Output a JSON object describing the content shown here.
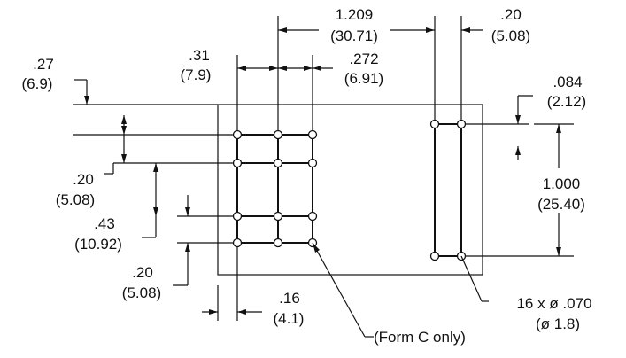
{
  "dimensions": {
    "overall_span": {
      "inch": "1.209",
      "mm": "(30.71)"
    },
    "pitch_top_right": {
      "inch": ".20",
      "mm": "(5.08)"
    },
    "pitch_031": {
      "inch": ".31",
      "mm": "(7.9)"
    },
    "pitch_0272": {
      "inch": ".272",
      "mm": "(6.91)"
    },
    "offset_027": {
      "inch": ".27",
      "mm": "(6.9)"
    },
    "offset_0084": {
      "inch": ".084",
      "mm": "(2.12)"
    },
    "pitch_020_left": {
      "inch": ".20",
      "mm": "(5.08)"
    },
    "pitch_043": {
      "inch": ".43",
      "mm": "(10.92)"
    },
    "height_1000": {
      "inch": "1.000",
      "mm": "(25.40)"
    },
    "pitch_020_bottom": {
      "inch": ".20",
      "mm": "(5.08)"
    },
    "offset_016": {
      "inch": ".16",
      "mm": "(4.1)"
    }
  },
  "holes_note": {
    "line1": "16 x ø  .070",
    "line2": "(ø  1.8)"
  },
  "form_c_note": "(Form C only)"
}
